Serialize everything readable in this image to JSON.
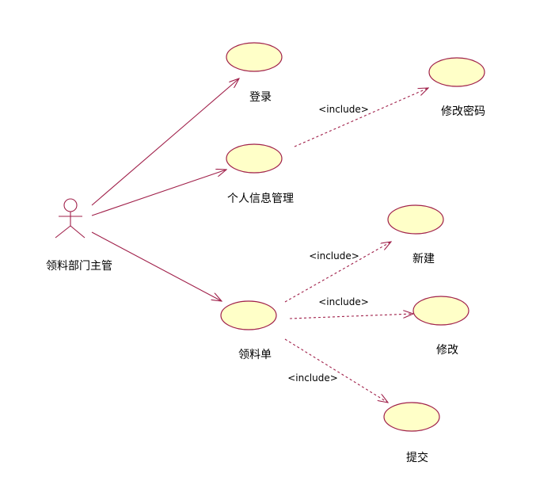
{
  "colors": {
    "line": "#a0204a",
    "usecase_fill": "#ffffc8"
  },
  "actor": {
    "label": "领料部门主管"
  },
  "use_cases": {
    "login": "登录",
    "personal_info": "个人信息管理",
    "change_password": "修改密码",
    "requisition": "领料单",
    "create": "新建",
    "modify": "修改",
    "submit": "提交"
  },
  "relations": {
    "include_label": "<include>",
    "inc1": "<include>",
    "inc2": "<include>",
    "inc3": "<include>",
    "inc4": "<include>"
  }
}
